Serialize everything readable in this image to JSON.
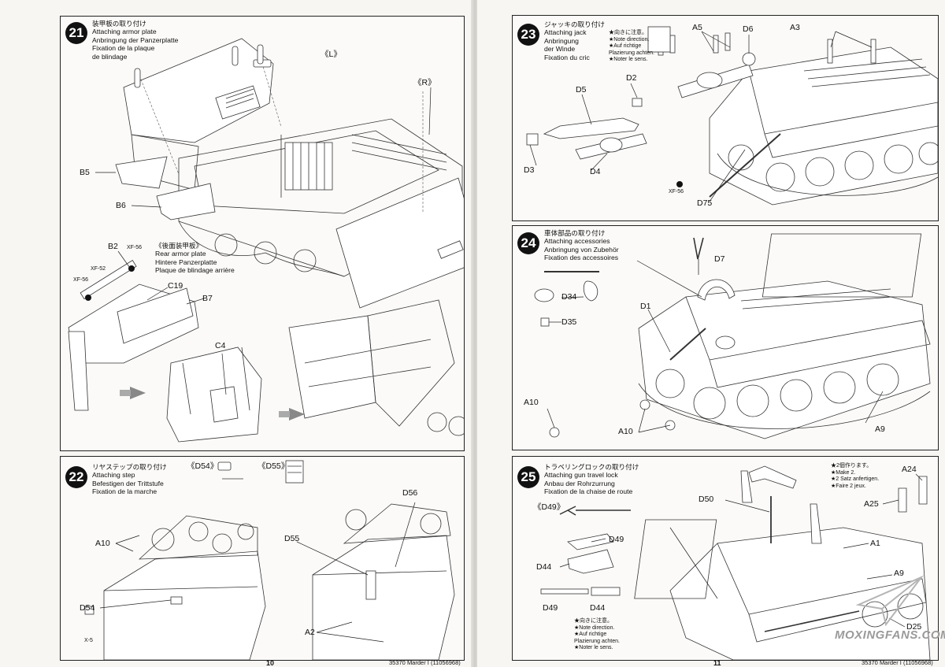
{
  "left_page": {
    "page_number": "10",
    "steps": [
      {
        "number": "21",
        "title_jp": "装甲板の取り付け",
        "title_en": "Attaching armor plate",
        "title_de": "Anbringung der Panzerplatte",
        "title_fr": "Fixation de la plaque",
        "title_fr2": "de blindage",
        "marks": {
          "left": "《L》",
          "right": "《R》"
        },
        "rear_plate": {
          "title_jp": "《後面装甲板》",
          "title_en": "Rear armor plate",
          "title_de": "Hintere Panzerplatte",
          "title_fr": "Plaque de blindage arrière"
        },
        "parts": [
          "B5",
          "B6",
          "B2",
          "C19",
          "B7",
          "C4"
        ],
        "paints": [
          "XF-56",
          "XF-52",
          "XF-56"
        ]
      },
      {
        "number": "22",
        "title_jp": "リヤステップの取り付け",
        "title_en": "Attaching step",
        "title_de": "Befestigen der Trittstufe",
        "title_fr": "Fixation de la marche",
        "marks": {
          "d54": "《D54》",
          "d55": "《D55》"
        },
        "parts": [
          "A10",
          "D54",
          "D55",
          "D56",
          "A2"
        ],
        "paints": [
          "X-5"
        ]
      }
    ]
  },
  "right_page": {
    "page_number": "11",
    "steps": [
      {
        "number": "23",
        "title_jp": "ジャッキの取り付け",
        "title_en": "Attaching jack",
        "title_de": "Anbringung",
        "title_de2": "der Winde",
        "title_fr": "Fixation du cric",
        "notes": [
          "★向きに注意。",
          "★Note direction.",
          "★Auf richtige",
          "Plazierung achten.",
          "★Noter le sens."
        ],
        "parts": [
          "A5",
          "D6",
          "A3",
          "D2",
          "D5",
          "D3",
          "D4",
          "D75"
        ],
        "paints": [
          "XF-56"
        ]
      },
      {
        "number": "24",
        "title_jp": "車体部品の取り付け",
        "title_en": "Attaching accessories",
        "title_de": "Anbringung von Zubehör",
        "title_fr": "Fixation des accessoires",
        "parts": [
          "D7",
          "D34",
          "D1",
          "D35",
          "A10",
          "A10",
          "A9"
        ]
      },
      {
        "number": "25",
        "title_jp": "トラベリングロックの取り付け",
        "title_en": "Attaching gun travel lock",
        "title_de": "Anbau der Rohrzurrung",
        "title_fr": "Fixation de la chaise de route",
        "marks": {
          "d49": "《D49》"
        },
        "notes_make": [
          "★2個作ります。",
          "★Make 2.",
          "★2 Satz anfertigen.",
          "★Faire 2 jeux."
        ],
        "notes_dir": [
          "★向きに注意。",
          "★Note direction.",
          "★Auf richtige",
          "Plazierung achten.",
          "★Noter le sens."
        ],
        "parts": [
          "A24",
          "D50",
          "A25",
          "D49",
          "A1",
          "D44",
          "A9",
          "D49",
          "D44",
          "D25"
        ]
      }
    ]
  },
  "footer": {
    "left_code": "35370  Marder I (11056968)",
    "right_code": "35370  Marder I (11056968)"
  },
  "watermark": {
    "text": "MOXINGFANS.COM"
  },
  "colors": {
    "ink": "#111111",
    "paper": "#f7f6f3"
  }
}
